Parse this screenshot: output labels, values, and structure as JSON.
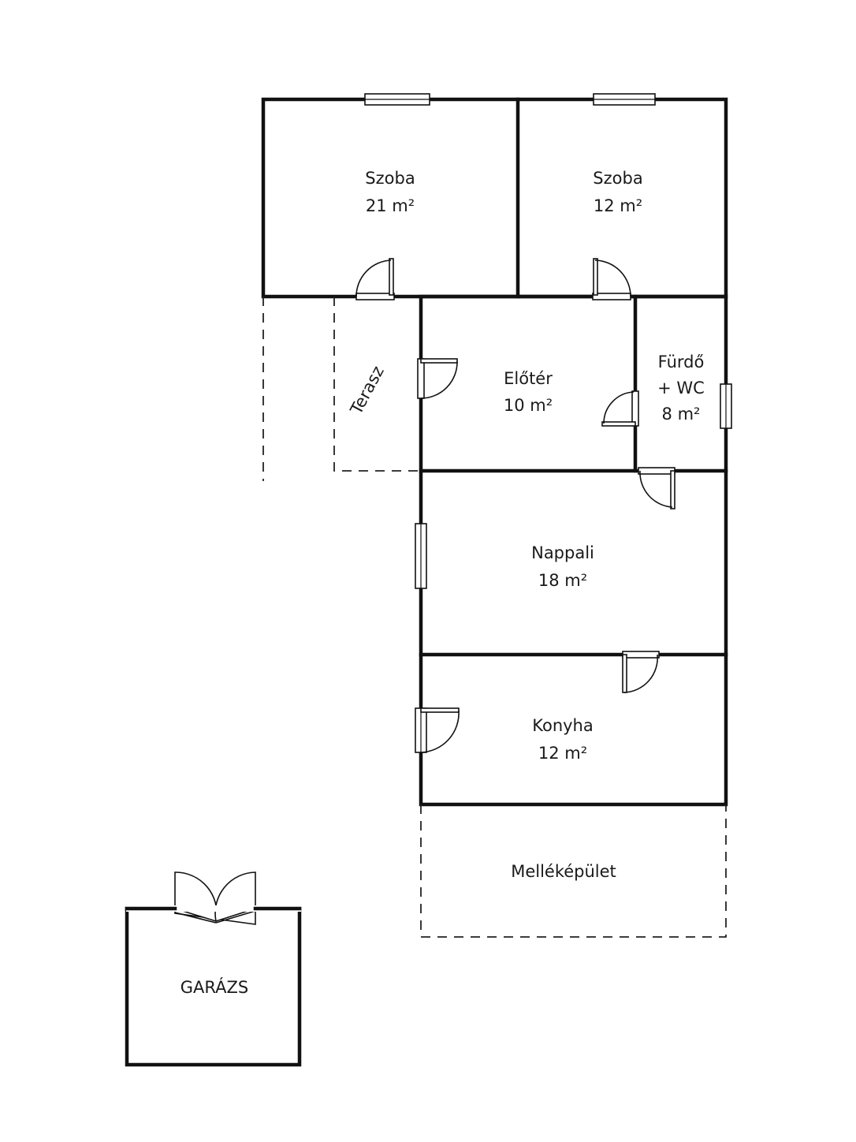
{
  "rooms": {
    "szoba_1": {
      "name": "Szoba",
      "area": "21 m²"
    },
    "szoba_2": {
      "name": "Szoba",
      "area": "12 m²"
    },
    "eloter": {
      "name": "Előtér",
      "area": "10 m²"
    },
    "furdo": {
      "name_line1": "Fürdő",
      "name_line2": "+ WC",
      "area": "8 m²"
    },
    "nappali": {
      "name": "Nappali",
      "area": "18 m²"
    },
    "konyha": {
      "name": "Konyha",
      "area": "12 m²"
    }
  },
  "outdoor": {
    "terasz": "Terasz",
    "mellekepulet": "Melléképület",
    "garazs": "GARÁZS"
  }
}
